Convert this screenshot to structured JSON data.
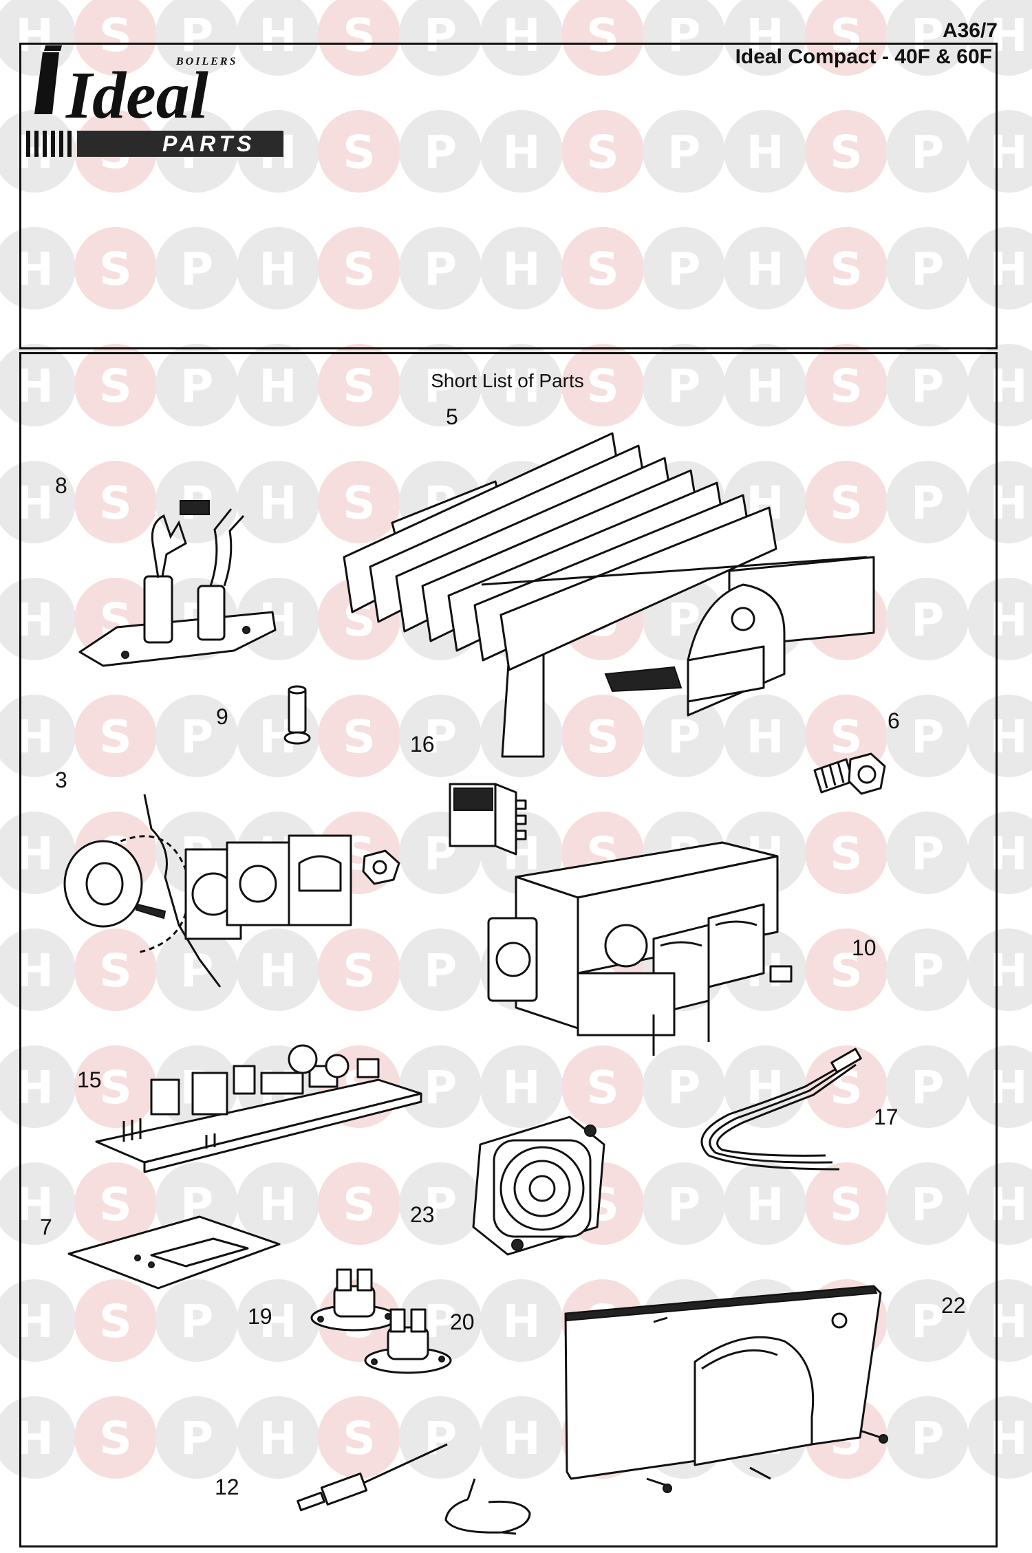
{
  "header": {
    "page_ref": "A36/7",
    "model_title": "Ideal Compact - 40F & 60F",
    "logo": {
      "brand": "Ideal",
      "tagline": "BOILERS",
      "sub": "PARTS"
    }
  },
  "watermark": {
    "letters": [
      "H",
      "S",
      "P"
    ]
  },
  "diagram": {
    "title": "Short List of Parts",
    "callouts": [
      "5",
      "8",
      "9",
      "16",
      "6",
      "3",
      "10",
      "15",
      "17",
      "23",
      "7",
      "19",
      "20",
      "22",
      "12"
    ]
  }
}
